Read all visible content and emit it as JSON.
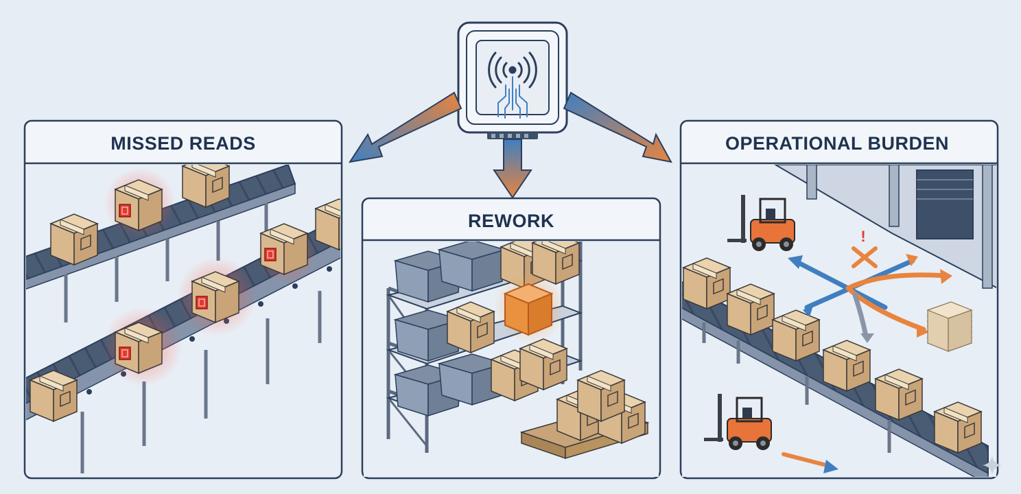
{
  "panels": {
    "missed_reads": {
      "title": "MISSED READS"
    },
    "rework": {
      "title": "REWORK"
    },
    "operational_burden": {
      "title": "OPERATIONAL BURDEN"
    }
  },
  "icons": {
    "hub": "rfid-reader-icon",
    "arrows": "flow-arrow-icon",
    "forklift": "forklift-icon",
    "box": "cardboard-box-icon",
    "tag_alert": "rfid-tag-alert-icon",
    "shelf": "storage-rack-icon",
    "pallet": "pallet-icon",
    "conflict": "conflict-x-icon",
    "papers": "paper-stack-icon"
  },
  "colors": {
    "background": "#e6edf5",
    "panel_border": "#2b3f5c",
    "accent_blue": "#3f7fc0",
    "accent_orange": "#e8843f",
    "alert_red": "#e23a2f",
    "box": "#d9b88e",
    "forklift": "#e8743a"
  }
}
